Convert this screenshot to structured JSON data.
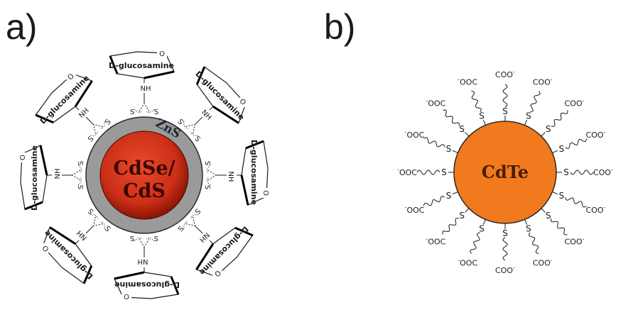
{
  "panels": [
    {
      "label": "a)"
    },
    {
      "label": "b)"
    }
  ],
  "panel_a": {
    "core_line1": "CdSe/",
    "core_line2": "CdS",
    "shell": "ZnS",
    "sugar_label": "D-glucosamine",
    "ring_oxygen": "O",
    "amine": "NH",
    "sulfur": "S",
    "ligand_count": 8
  },
  "panel_b": {
    "core": "CdTe",
    "sulfur": "S",
    "carboxylate": "COO",
    "carboxylate_left": "OOC",
    "charge": "-",
    "ligand_count": 16
  },
  "colors": {
    "core_red": "#d6331a",
    "core_dark": "#8a1505",
    "shell_gray": "#959595",
    "cdte_orange": "#f07a1d",
    "line": "#1a1a1a"
  }
}
